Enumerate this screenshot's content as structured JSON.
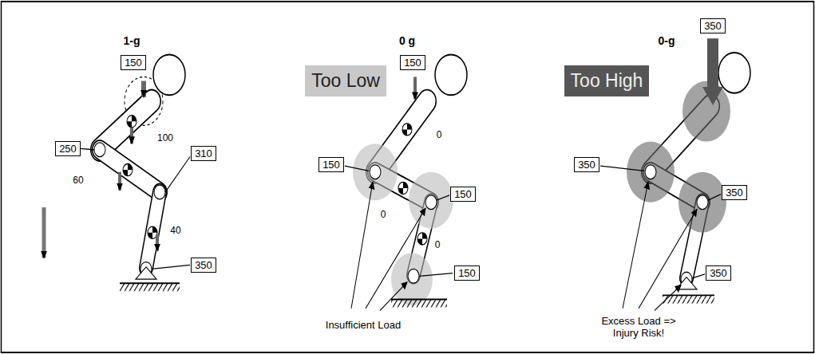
{
  "diagram": {
    "nodes": [
      {
        "text": [
          "150"
        ]
      },
      {
        "text": [
          "250"
        ]
      },
      {
        "text": [
          "310"
        ]
      },
      {
        "text": [
          "350"
        ]
      },
      {
        "text": [
          "150"
        ]
      },
      {
        "text": [
          "Too Low"
        ]
      },
      {
        "text": [
          "150"
        ]
      },
      {
        "text": [
          "150"
        ]
      },
      {
        "text": [
          "150"
        ]
      },
      {
        "text": [
          "350"
        ]
      },
      {
        "text": [
          "Too High"
        ]
      },
      {
        "text": [
          "350"
        ]
      },
      {
        "text": [
          "350"
        ]
      },
      {
        "text": [
          "350"
        ]
      }
    ],
    "labels": [
      "1-g",
      "100",
      "60",
      "40",
      "0 g",
      "0",
      "0",
      "0",
      "Insufficient Load",
      "0-g",
      "Excess Load => Injury Risk!"
    ]
  }
}
